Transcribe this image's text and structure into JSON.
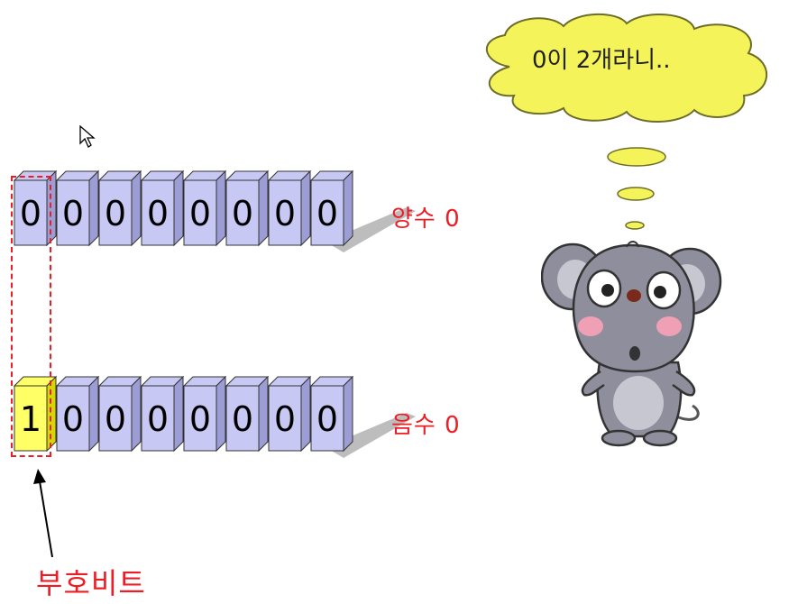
{
  "thought_bubble": {
    "text": "0이 2개라니.."
  },
  "positive_zero": {
    "label": "양수 0",
    "bits": [
      "0",
      "0",
      "0",
      "0",
      "0",
      "0",
      "0",
      "0"
    ]
  },
  "negative_zero": {
    "label": "음수 0",
    "bits": [
      "1",
      "0",
      "0",
      "0",
      "0",
      "0",
      "0",
      "0"
    ]
  },
  "sign_bit": {
    "label": "부호비트"
  },
  "colors": {
    "bit_face": "#c8c8f4",
    "bit_side": "#9d9dd6",
    "sign_face": "#ffff66",
    "sign_side": "#d6d600",
    "label_red": "#ee1c24"
  }
}
